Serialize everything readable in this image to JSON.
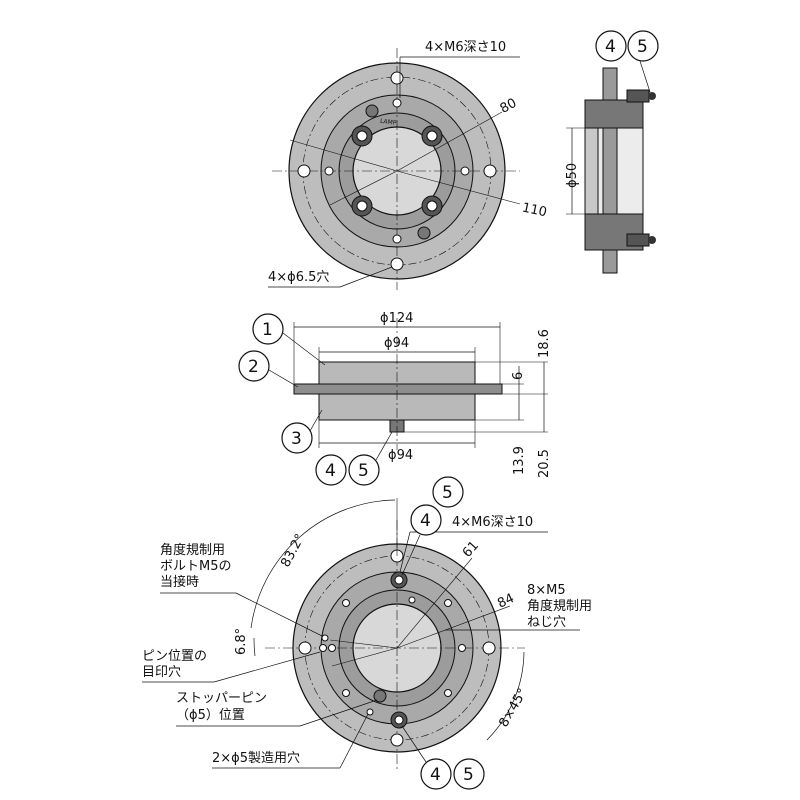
{
  "top_view": {
    "label_tapped": "4×M6深さ10",
    "dim_80": "80",
    "dim_110": "110",
    "label_holes": "4×ϕ6.5穴",
    "logo": "LAMP"
  },
  "side_view": {
    "bubble_4": "4",
    "bubble_5": "5",
    "dim_phi50": "ϕ50"
  },
  "front_view": {
    "bubble_1": "1",
    "bubble_2": "2",
    "bubble_3": "3",
    "bubble_4": "4",
    "bubble_5": "5",
    "dim_phi124": "ϕ124",
    "dim_phi94_top": "ϕ94",
    "dim_phi94_bottom": "ϕ94",
    "dim_186": "18.6",
    "dim_6": "6",
    "dim_139": "13.9",
    "dim_205": "20.5"
  },
  "bottom_view": {
    "bubble_5_top": "5",
    "bubble_4_top": "4",
    "bubble_4_bottom": "4",
    "bubble_5_bottom": "5",
    "label_tapped": "4×M6深さ10",
    "dim_61": "61",
    "dim_84": "84",
    "dim_832": "83.2°",
    "dim_68": "6.8°",
    "dim_8x45": "8×45°",
    "label_m5_line1": "8×M5",
    "label_m5_line2": "角度規制用",
    "label_m5_line3": "ねじ穴",
    "label_bolt_line1": "角度規制用",
    "label_bolt_line2": "ボルトM5の",
    "label_bolt_line3": "当接時",
    "label_pin_line1": "ピン位置の",
    "label_pin_line2": "目印穴",
    "label_stopper_line1": "ストッパーピン",
    "label_stopper_line2": "（ϕ5）位置",
    "label_mfg": "2×ϕ5製造用穴"
  }
}
